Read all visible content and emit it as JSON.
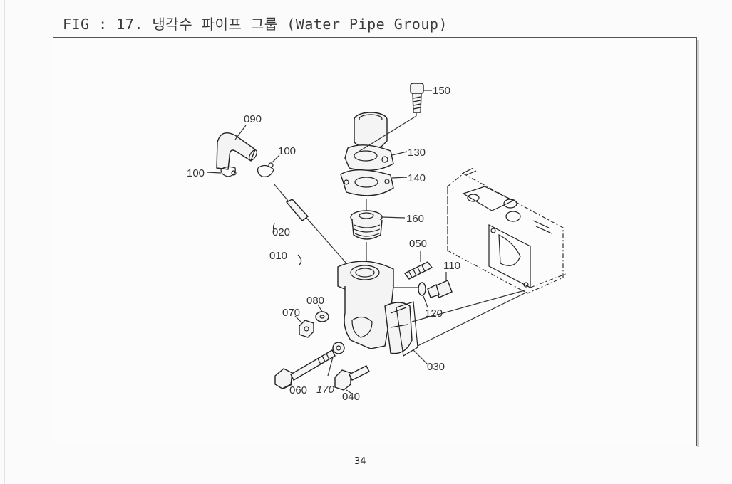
{
  "figure": {
    "title": "FIG : 17. 냉각수 파이프 그룹 (Water Pipe Group)"
  },
  "callouts": {
    "c150": "150",
    "c090": "090",
    "c100a": "100",
    "c100b": "100",
    "c130": "130",
    "c140": "140",
    "c160": "160",
    "c020": "020",
    "c010": "010",
    "c050": "050",
    "c110": "110",
    "c080": "080",
    "c070": "070",
    "c120": "120",
    "c030": "030",
    "c060": "060",
    "c170": "170",
    "c040": "040"
  },
  "footer": {
    "page_number": "34"
  }
}
